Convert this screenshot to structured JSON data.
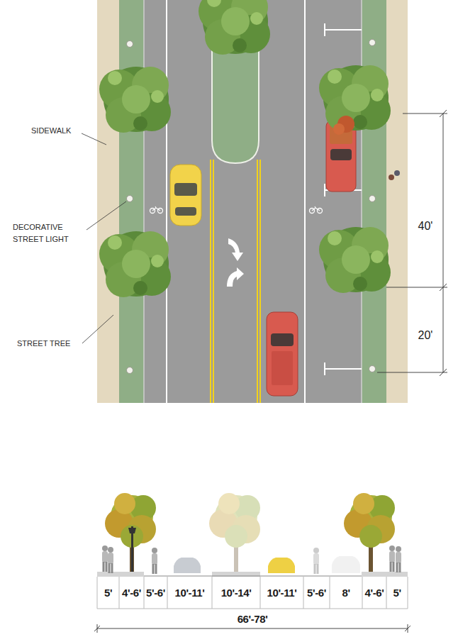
{
  "diagram": {
    "labels": [
      "SIDEWALK",
      "DECORATIVE STREET LIGHT",
      "STREET TREE",
      "40'",
      "20'",
      "5'",
      "4'-6'",
      "5'-6'",
      "10'-11'",
      "10'-14'",
      "10'-11'",
      "5'-6'",
      "8'",
      "4'-6'",
      "5'",
      "66'-78'"
    ]
  }
}
